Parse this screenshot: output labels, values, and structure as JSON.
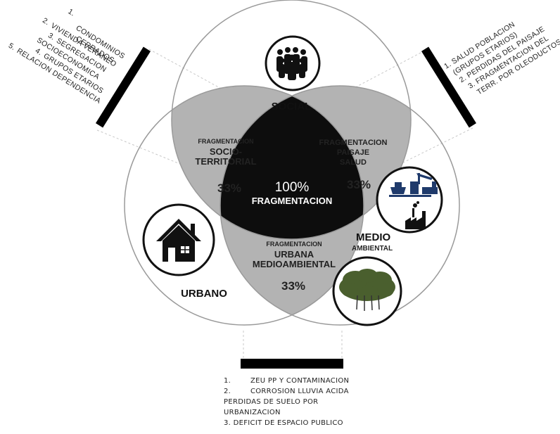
{
  "sets": {
    "social": "SOCIAL",
    "urbano": "URBANO",
    "medio_line1": "MEDIO",
    "medio_line2": "AMBIENTAL"
  },
  "intersections": {
    "socio_territorial": {
      "small": "FRAGMENTACION",
      "line1": "SOCIO-",
      "line2": "TERRITORIAL",
      "pct": "33%"
    },
    "paisaje_salud": {
      "line1": "FRAGMENTACION",
      "line2": "PAISAJE",
      "line3": "SALUD",
      "pct": "33%"
    },
    "urbana_medioambiental": {
      "small": "FRAGMENTACION",
      "line1": "URBANA",
      "line2": "MEDIOAMBIENTAL",
      "pct": "33%"
    },
    "center": {
      "pct": "100%",
      "label": "FRAGMENTACION"
    }
  },
  "notes": {
    "social_urbano": [
      {
        "num": "1.",
        "text": "CONDOMINIOS"
      },
      {
        "num": "",
        "text": "CERRADOS"
      },
      {
        "num": "2.",
        "text": "VIVIENDA VERANEO"
      },
      {
        "num": "3.",
        "text": "SEGREGACION"
      },
      {
        "num": "",
        "text": "SOCIOECONOMICA"
      },
      {
        "num": "4.",
        "text": "GRUPOS ETARIOS"
      },
      {
        "num": "5.",
        "text": "RELACION DEPENDENCIA"
      }
    ],
    "social_medio": [
      "1. SALUD POBLACION",
      "(GRUPOS ETARIOS)",
      "2. PERDIDAS DEL PAISAJE",
      "3. FRAGMENTACION DEL",
      "TERR. POR OLEODUCTOS"
    ],
    "urbano_medio": [
      "1.        ZEU PP Y CONTAMINACION",
      "2.        CORROSION LLUVIA ACIDA",
      "PERDIDAS DE SUELO POR",
      "URBANIZACION",
      "3. DEFICIT DE ESPACIO PUBLICO"
    ]
  },
  "icons": {
    "social": "crowd-icon",
    "urbano": "house-icon",
    "industry": "industry-port-icon",
    "tree": "tree-icon"
  },
  "colors": {
    "overlap_pair": "#b3b3b3",
    "overlap_center": "#0d0d0d",
    "circle_stroke": "#9a9a9a",
    "bar": "#000000",
    "industry_blue": "#1f3a6b"
  }
}
